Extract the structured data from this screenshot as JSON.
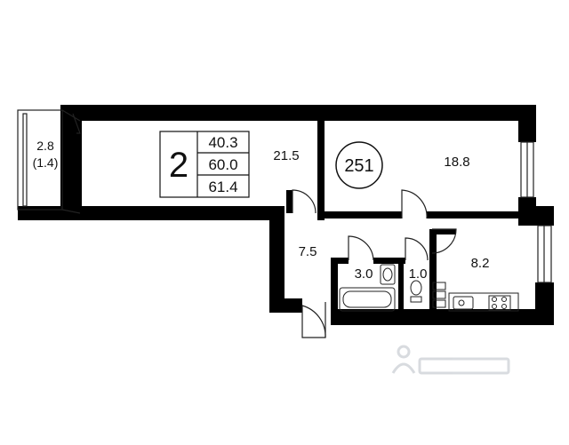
{
  "plan": {
    "rooms_count": "2",
    "areas": {
      "living": "40.3",
      "total": "60.0",
      "total_with_balcony": "61.4"
    },
    "unit_number": "251",
    "rooms": {
      "balcony_area": "2.8",
      "balcony_reduced_area": "(1.4)",
      "living_room": "21.5",
      "bedroom": "18.8",
      "hall": "7.5",
      "bathroom": "3.0",
      "toilet": "1.0",
      "kitchen": "8.2"
    }
  },
  "colors": {
    "wall": "#000000",
    "thin_line": "#222222",
    "watermark": "#cfd3d8"
  },
  "watermark": {
    "icon": "person-logo-icon"
  }
}
